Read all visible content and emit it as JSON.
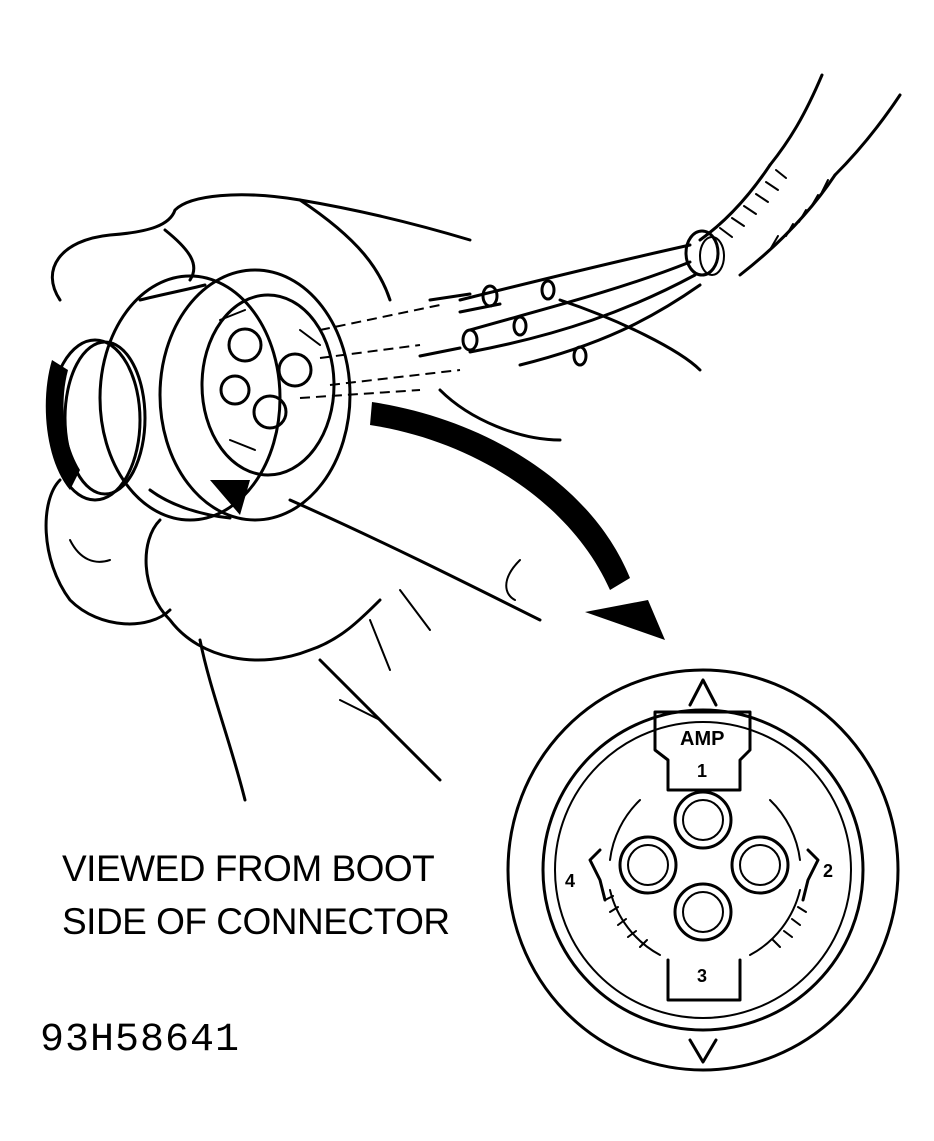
{
  "caption": {
    "line1": "VIEWED FROM BOOT",
    "line2": "SIDE OF CONNECTOR"
  },
  "figure_id": "93H58641",
  "connector_detail": {
    "brand": "AMP",
    "terminals": [
      "1",
      "2",
      "3",
      "4"
    ]
  },
  "colors": {
    "ink": "#000000",
    "paper": "#ffffff"
  }
}
